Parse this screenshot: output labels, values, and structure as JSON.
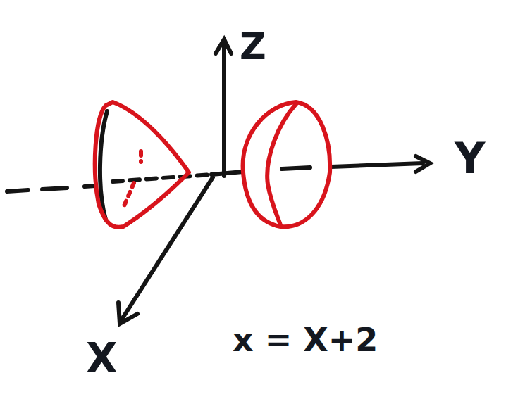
{
  "diagram": {
    "labels": [
      "Z",
      "Y",
      "X",
      "x = X+2"
    ]
  }
}
